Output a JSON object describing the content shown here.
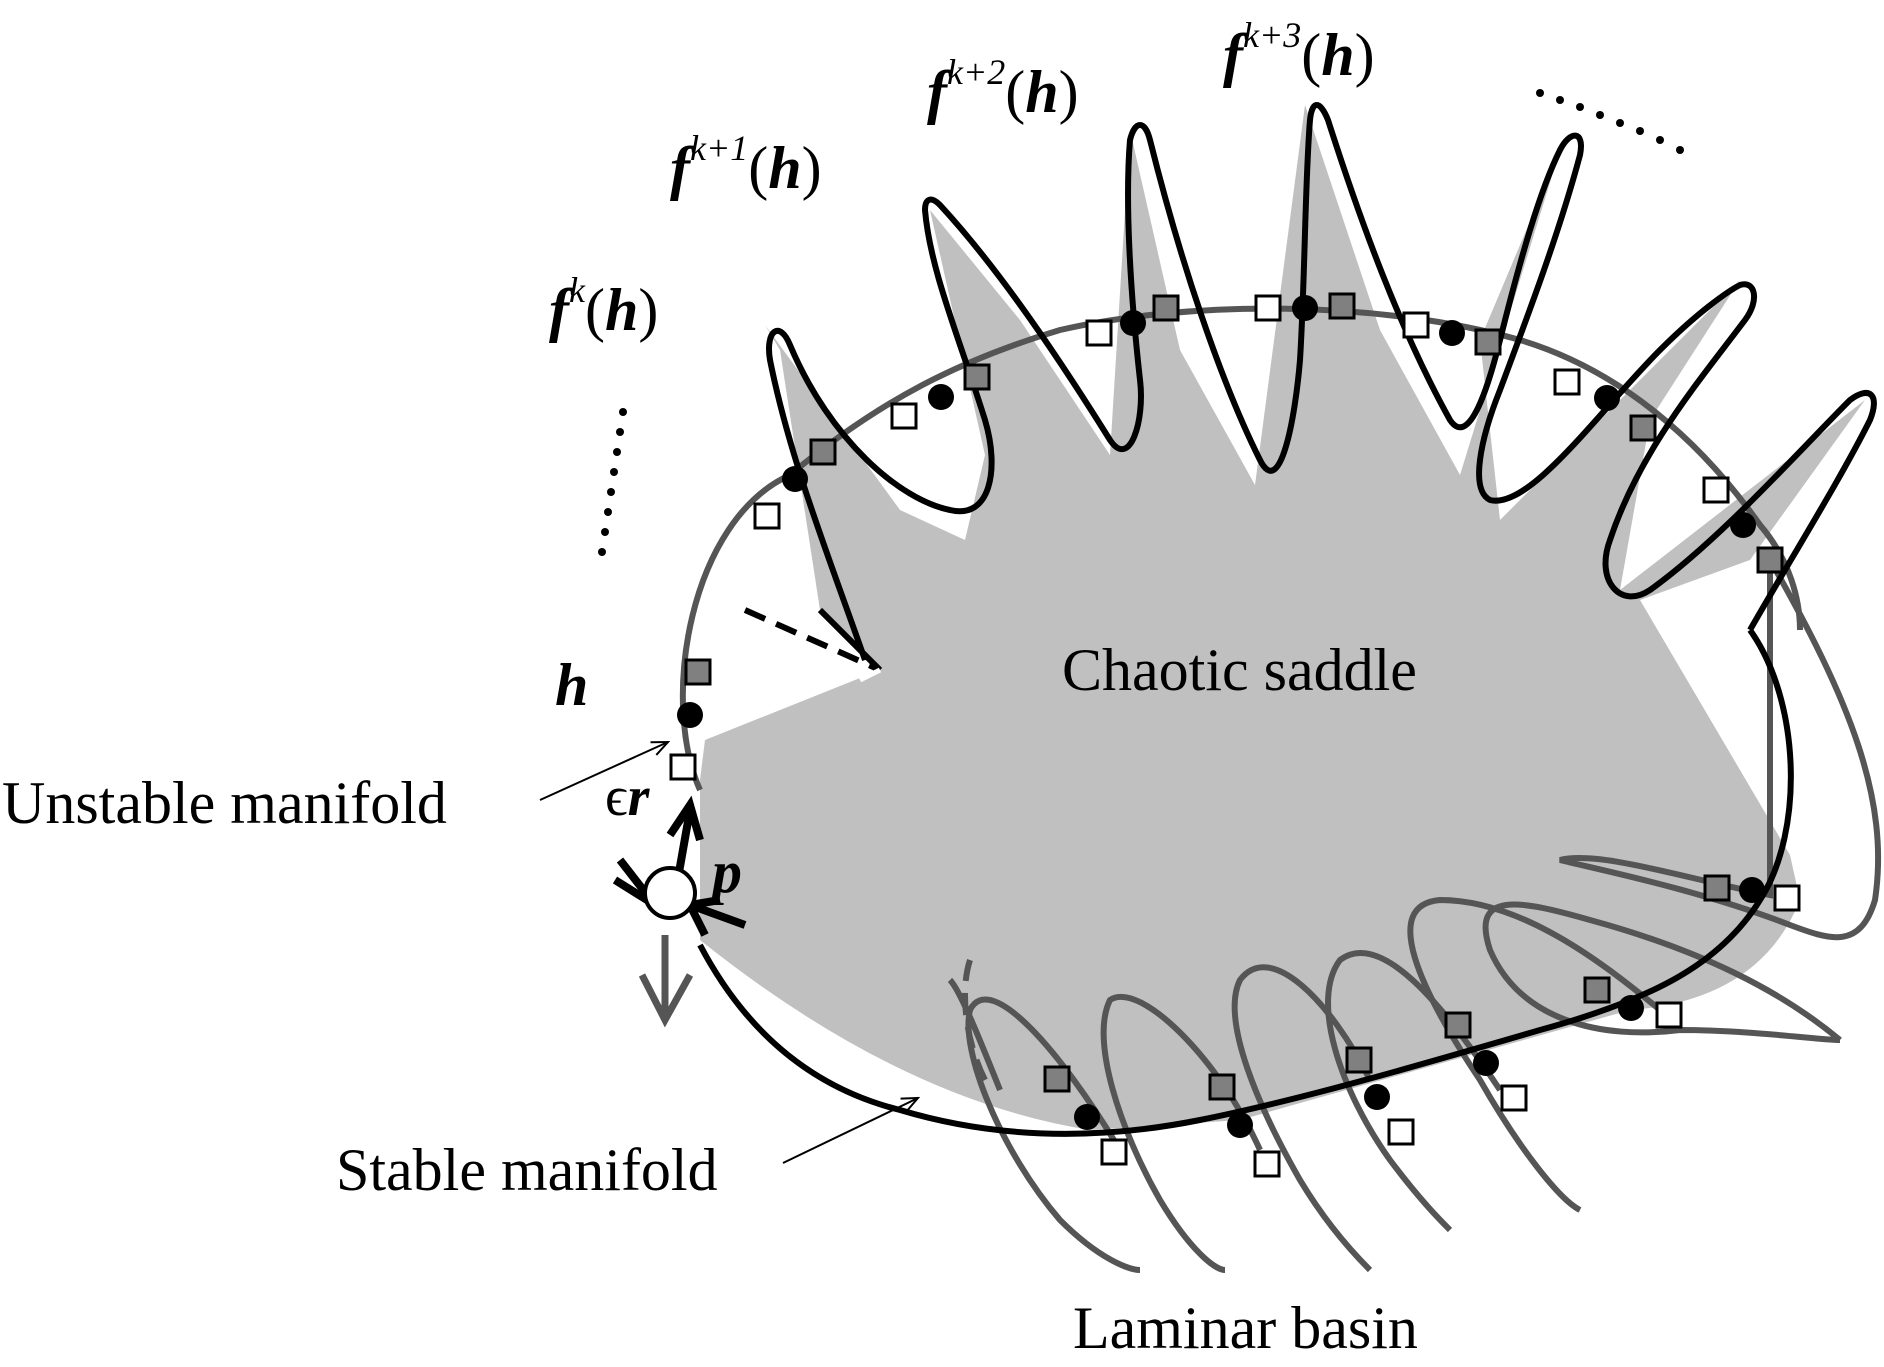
{
  "labels": {
    "chaotic_saddle": "Chaotic saddle",
    "unstable_manifold": "Unstable manifold",
    "stable_manifold": "Stable manifold",
    "laminar_basin": "Laminar basin",
    "h": "h",
    "p": "p",
    "eps": "ϵ",
    "r": "r",
    "f": "f",
    "k": "k",
    "k1": "k+1",
    "k2": "k+2",
    "k3": "k+3",
    "lparen": "(",
    "rparen": ")",
    "h_arg": "h"
  },
  "colors": {
    "saddle_fill": "#c0c0c0",
    "unstable_line": "#555555",
    "stable_line": "#000000",
    "gray_square": "#808080"
  }
}
